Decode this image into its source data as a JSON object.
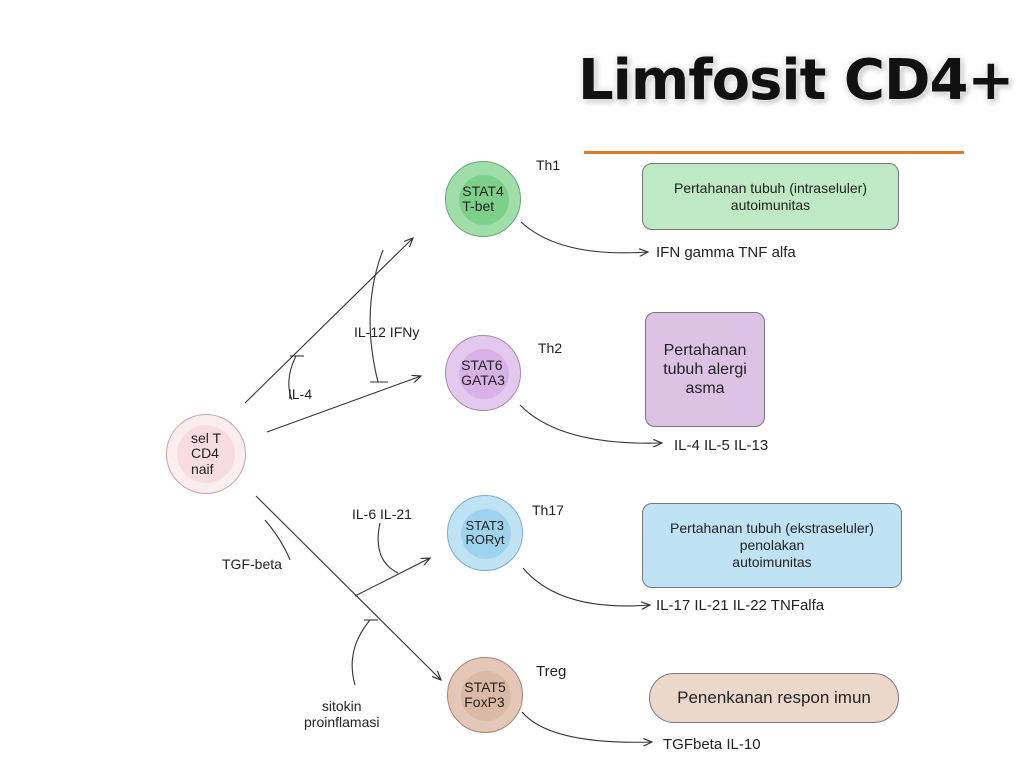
{
  "title": "Limfosit CD4+",
  "naive": "sel T\nCD4\nnaif",
  "th1": {
    "label": "Th1",
    "markers": "STAT4\nT-bet",
    "function": "Pertahanan tubuh (intraseluler)\nautoimunitas",
    "cytokines": "IFN gamma TNF alfa"
  },
  "th2": {
    "label": "Th2",
    "markers": "STAT6\nGATA3",
    "function": "Pertahanan\ntubuh alergi\nasma",
    "cytokines": "IL-4 IL-5 IL-13"
  },
  "th17": {
    "label": "Th17",
    "markers": "STAT3\nRORyt",
    "function": "Pertahanan tubuh (ekstraseluler)\npenolakan\nautoimunitas",
    "cytokines": "IL-17 IL-21 IL-22 TNFalfa"
  },
  "treg": {
    "label": "Treg",
    "markers": "STAT5\nFoxP3",
    "function": "Penenkanan respon imun",
    "cytokines": "TGFbeta IL-10"
  },
  "signals": {
    "il12": "IL-12 IFNy",
    "il4": "IL-4",
    "il6": "IL-6 IL-21",
    "tgf": "TGF-beta",
    "proinflam": "sitokin\nproinflamasi"
  },
  "colors": {
    "th1": "#bfe9c4",
    "th2": "#dcc3e6",
    "th17": "#bfe2f4",
    "treg": "#ecd8cb",
    "naive": "#f7dde1",
    "rule": "#e07a33"
  }
}
